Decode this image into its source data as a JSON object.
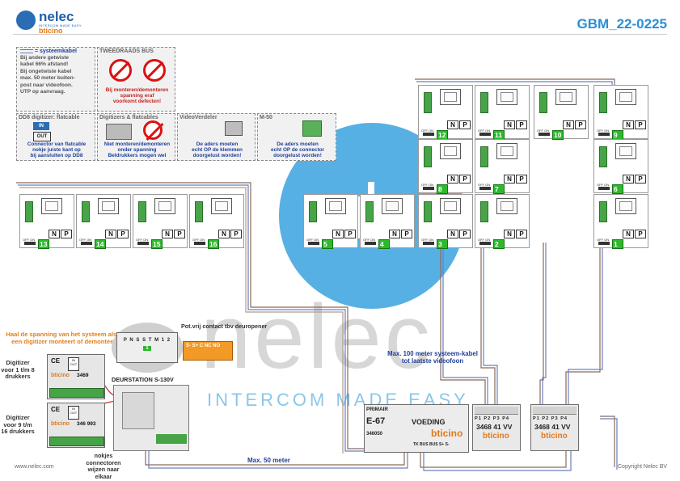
{
  "header": {
    "logo_name": "nelec",
    "logo_tagline": "INTERCOM MADE EASY",
    "logo_brand": "bticino",
    "doc_code": "GBM_22-0225"
  },
  "watermark": {
    "word": "nelec",
    "tagline": "INTERCOM MADE EASY"
  },
  "info_boxes": {
    "cable": {
      "title": "= systeemkabel",
      "lines": [
        "Bij andere getwiste",
        "kabel 66% afstand!",
        "Bij ongetwiste kabel",
        "max. 50 meter buiten-",
        "post naar videofoon.",
        "UTP op aanvraag."
      ]
    },
    "bus": {
      "title": "TWEEDRAADS BUS",
      "lines": [
        "Bij monteren/demonteren",
        "spanning eraf",
        "voorkomt defecten!"
      ]
    },
    "dd8": {
      "title": "DD8 digitizer: flatcable",
      "in": "IN",
      "out": "OUT",
      "lines": [
        "Connector van flatcable",
        "nokje juiste kant op",
        "bij aansluiten op DD8"
      ]
    },
    "digitizers": {
      "title": "Digitizers & flatcables",
      "lines": [
        "Niet monteren/demonteren",
        "onder spanning",
        "Beldrukkers mogen wel"
      ]
    },
    "videoverdeler": {
      "title": "VideoVerdeler",
      "lines": [
        "De aders moeten",
        "echt OP de klemmen",
        "doorgelust worden!"
      ]
    },
    "m50": {
      "title": "M-50",
      "lines": [
        "De aders moeten",
        "echt OP de connector",
        "doorgelust worden!"
      ]
    }
  },
  "unit_labels": {
    "n": "N",
    "p": "P",
    "switch": "OFF ON"
  },
  "units_left": [
    "13",
    "14",
    "15",
    "16"
  ],
  "units_grid": [
    "12",
    "11",
    "10",
    "9",
    "8",
    "7",
    "6",
    "5",
    "4",
    "3",
    "2",
    "1"
  ],
  "bottom_left": {
    "note": "Haal de spanning van het systeem als je een digitizer monteert of demonteert",
    "digitizer1_label": "Digitizer voor 1 t/m 8 drukkers",
    "digitizer2_label": "Digitizer voor 9 t/m 16 drukkers",
    "digitizer_ce": "CE",
    "digitizer_brand": "bticino",
    "digitizer1_code": "3469",
    "digitizer2_code": "346 993",
    "in": "IN",
    "out": "OUT",
    "station": "DEURSTATION S-130V",
    "connector_pins": "P N S S T M 1 2",
    "connector_badge": "1",
    "pot_label": "Pot.vrij contact tbv deuropener",
    "pot_terminals": "S-  S+ C  NC NO",
    "nokjes": "nokjes connectoren wijzen naar elkaar"
  },
  "psu": {
    "prim": "PRIMAIR",
    "model": "E-67",
    "label": "VOEDING",
    "brand": "bticino",
    "code": "346050",
    "tk": "TK  BUS BUS S+ S-"
  },
  "splitters": [
    {
      "ports": "P1 P2 P3 P4",
      "code": "3468 41  VV",
      "brand": "bticino"
    },
    {
      "ports": "P1 P2 P3 P4",
      "code": "3468 41  VV",
      "brand": "bticino"
    }
  ],
  "notes": {
    "max100": "Max. 100 meter systeem-kabel tot laatste videofoon",
    "max50": "Max. 50 meter",
    "url": "www.nelec.com",
    "copyright": "Copyright Nelec BV"
  },
  "colors": {
    "brand_blue": "#2a8fd6",
    "warning_red": "#c51f1f",
    "note_blue": "#1f3f9a",
    "note_orange": "#e37f15",
    "terminal_green": "#47a547"
  }
}
